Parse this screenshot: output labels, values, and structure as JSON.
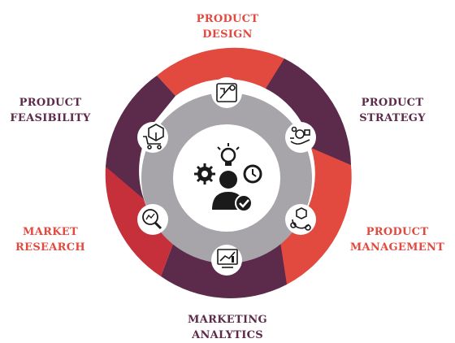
{
  "labels": {
    "design": {
      "line1": "PRODUCT",
      "line2": "DESIGN"
    },
    "strategy": {
      "line1": "PRODUCT",
      "line2": "STRATEGY"
    },
    "management": {
      "line1": "PRODUCT",
      "line2": "MANAGEMENT"
    },
    "analytics": {
      "line1": "MARKETING",
      "line2": "ANALYTICS"
    },
    "research": {
      "line1": "MARKET",
      "line2": "RESEARCH"
    },
    "feasibility": {
      "line1": "PRODUCT",
      "line2": "FEASIBILITY"
    }
  },
  "colors": {
    "plum": "#5c2a4a",
    "red": "#e2493f",
    "dark_red": "#c5303b",
    "grey_ring": "#a7a5a9",
    "icon": "#1a1a1a"
  },
  "icons": {
    "center": "product-manager-icon",
    "design": "design-tools-icon",
    "strategy": "strategy-hand-icon",
    "management": "management-cycle-icon",
    "analytics": "analytics-chart-icon",
    "research": "research-magnifier-icon",
    "feasibility": "feasibility-cart-icon"
  }
}
